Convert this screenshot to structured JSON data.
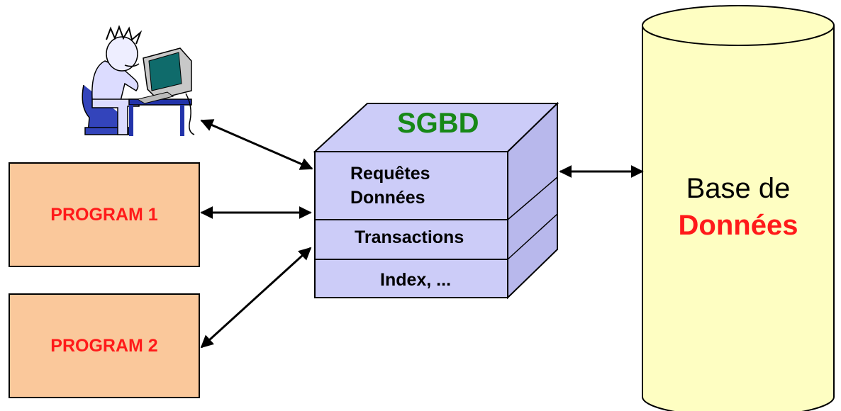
{
  "colors": {
    "program_fill": "#fac89b",
    "program_text": "#ff1a1a",
    "cube_fill": "#ccccf8",
    "cube_side": "#b8b8ec",
    "sgbd_title": "#178817",
    "db_fill": "#fefec2",
    "db_highlight": "#ff1a1a"
  },
  "icons": [
    "user-at-computer-icon"
  ],
  "programs": [
    {
      "label": "PROGRAM 1"
    },
    {
      "label": "PROGRAM 2"
    }
  ],
  "sgbd": {
    "title": "SGBD",
    "layers": [
      {
        "line1": "Requêtes",
        "line2": "Données"
      },
      {
        "line1": "Transactions"
      },
      {
        "line1": "Index, ..."
      }
    ]
  },
  "database": {
    "line1": "Base de",
    "line2": "Données"
  }
}
